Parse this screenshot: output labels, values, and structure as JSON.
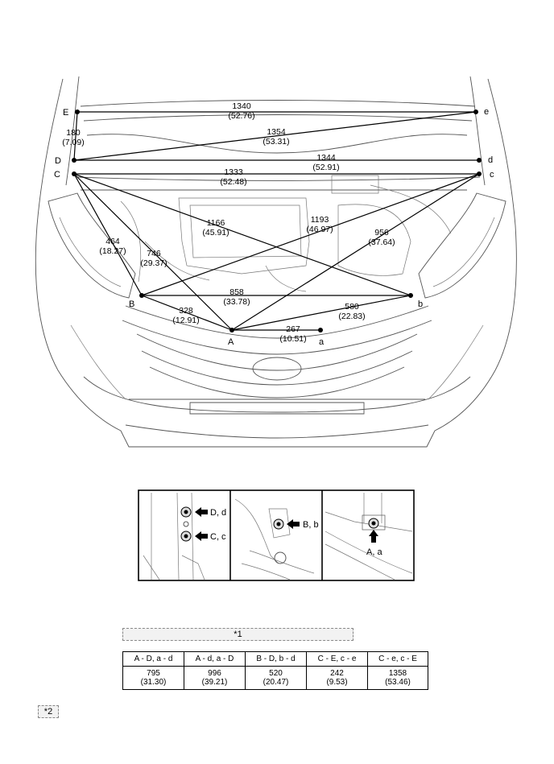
{
  "points": {
    "E": "E",
    "D": "D",
    "C": "C",
    "B": "B",
    "A": "A",
    "e": "e",
    "d": "d",
    "c": "c",
    "b": "b",
    "a": "a"
  },
  "measurements": [
    {
      "from": "E",
      "to": "e",
      "mm": "1340",
      "in": "(52.76)"
    },
    {
      "from": "E",
      "to": "D",
      "mm": "180",
      "in": "(7.09)"
    },
    {
      "from": "D",
      "to": "e",
      "mm": "1354",
      "in": "(53.31)"
    },
    {
      "from": "D",
      "to": "d",
      "mm": "1344",
      "in": "(52.91)"
    },
    {
      "from": "C",
      "to": "c",
      "mm": "1333",
      "in": "(52.48)"
    },
    {
      "from": "C",
      "to": "b",
      "mm": "1166",
      "in": "(45.91)"
    },
    {
      "from": "B",
      "to": "c",
      "mm": "1193",
      "in": "(46.97)"
    },
    {
      "from": "A",
      "to": "c",
      "mm": "956",
      "in": "(37.64)"
    },
    {
      "from": "C",
      "to": "B",
      "mm": "464",
      "in": "(18.27)"
    },
    {
      "from": "C",
      "to": "A",
      "mm": "746",
      "in": "(29.37)"
    },
    {
      "from": "B",
      "to": "b",
      "mm": "858",
      "in": "(33.78)"
    },
    {
      "from": "B",
      "to": "A",
      "mm": "328",
      "in": "(12.91)"
    },
    {
      "from": "A",
      "to": "b",
      "mm": "580",
      "in": "(22.83)"
    },
    {
      "from": "A",
      "to": "a",
      "mm": "267",
      "in": "(10.51)"
    }
  ],
  "insets": [
    {
      "labels": [
        "D, d",
        "C, c"
      ]
    },
    {
      "labels": [
        "B, b"
      ]
    },
    {
      "labels": [
        "A, a"
      ]
    }
  ],
  "callouts": {
    "one": "*1",
    "two": "*2"
  },
  "table": {
    "headers": [
      "A - D, a - d",
      "A - d, a - D",
      "B - D, b - d",
      "C - E, c - e",
      "C - e, c - E"
    ],
    "mm": [
      "795",
      "996",
      "520",
      "242",
      "1358"
    ],
    "in": [
      "(31.30)",
      "(39.21)",
      "(20.47)",
      "(9.53)",
      "(53.46)"
    ]
  },
  "icons": [
    "arrow-left-icon",
    "arrow-up-icon",
    "bolt-icon"
  ]
}
